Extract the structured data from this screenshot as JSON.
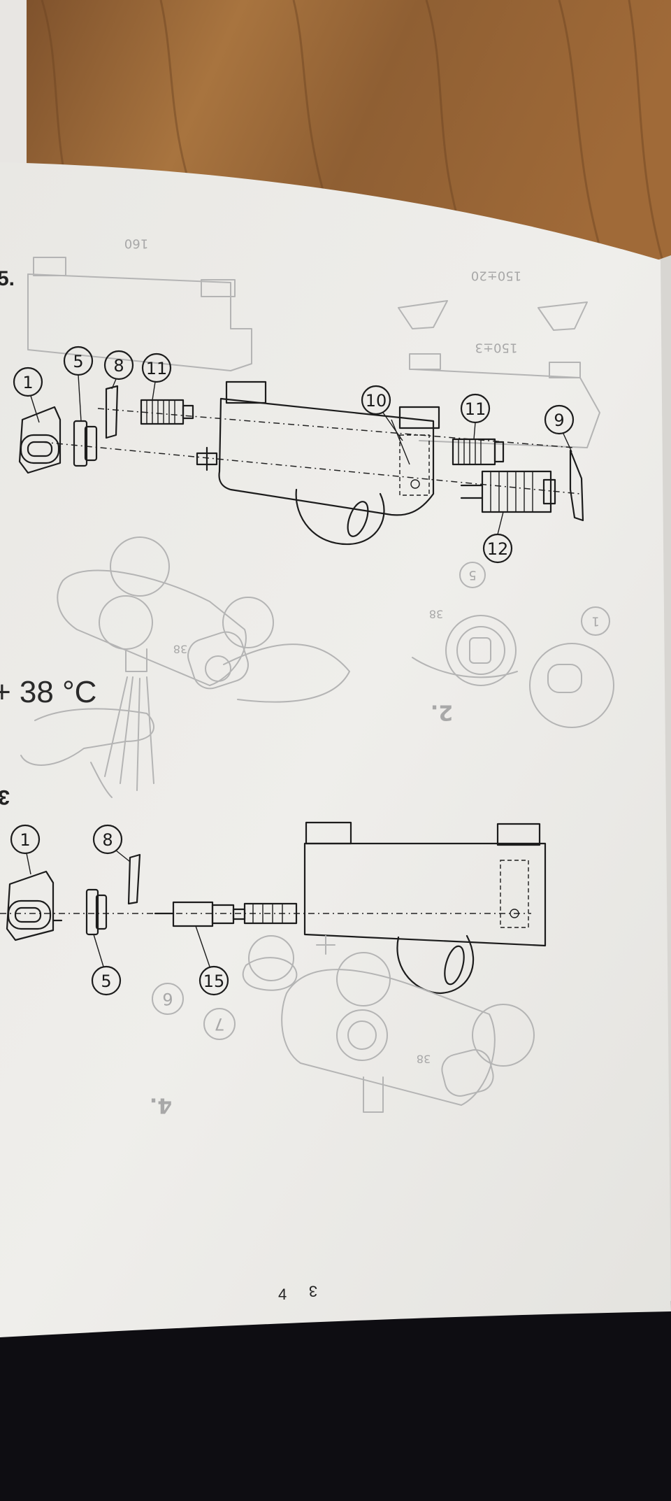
{
  "manual": {
    "page_numbers": {
      "front": "4",
      "mirrored": "3"
    },
    "step_labels": {
      "step_5": "5.",
      "step_2_mirrored": "2.",
      "step_4_mirrored": "4.",
      "step_3_partial": "3"
    },
    "temperature_text": "+ 38 °C",
    "top_diagram": {
      "dimensions_mirrored": [
        "160",
        "150±20",
        "150±3"
      ],
      "callouts": [
        "1",
        "5",
        "8",
        "11",
        "10",
        "11",
        "9",
        "12"
      ]
    },
    "middle_diagram": {
      "handle_marking": "38",
      "mirrored_marking": "38",
      "mirrored_callouts": [
        "5",
        "1"
      ]
    },
    "bottom_diagram": {
      "callouts": [
        "1",
        "8",
        "5",
        "15"
      ],
      "mirrored_callouts": [
        "6",
        "7"
      ],
      "handle_marking": "38"
    }
  },
  "colors": {
    "wood": "#9c6a3c",
    "paper": "#ececea",
    "ink": "#1c1c1c",
    "bleed_through": "#b4b4b4",
    "table_dark": "#0e0d12"
  }
}
